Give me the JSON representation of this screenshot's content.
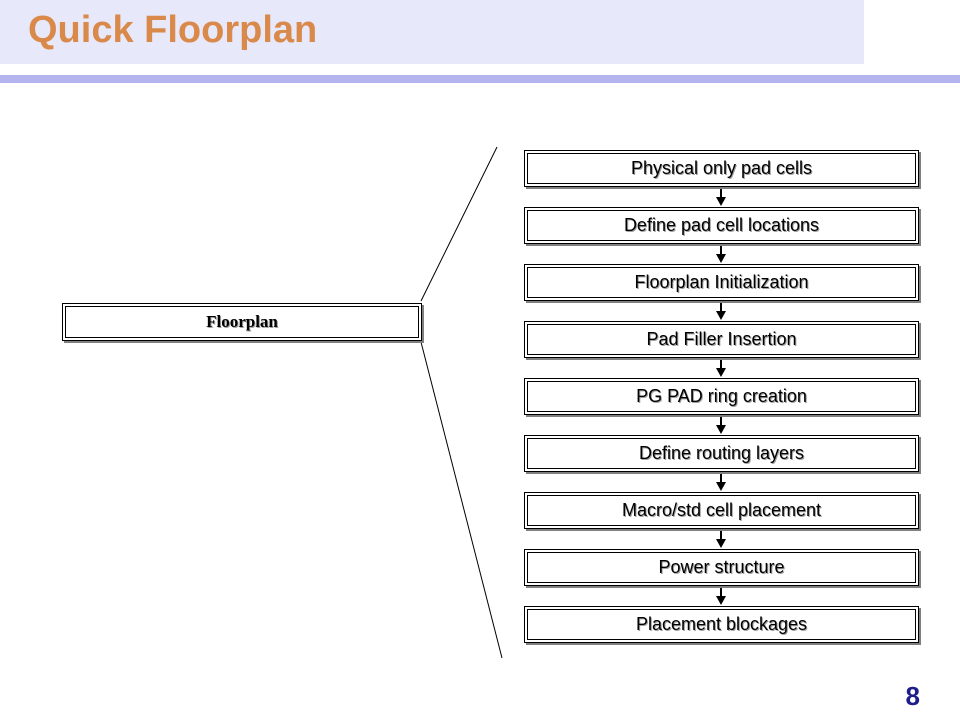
{
  "slide": {
    "title": "Quick Floorplan",
    "page_number": "8"
  },
  "diagram": {
    "root": "Floorplan",
    "steps": [
      "Physical only pad cells",
      "Define pad cell locations",
      "Floorplan Initialization",
      "Pad Filler Insertion",
      "PG PAD ring creation",
      "Define routing layers",
      "Macro/std cell placement",
      "Power structure",
      "Placement blockages"
    ]
  },
  "colors": {
    "title_text": "#d9894a",
    "title_band": "#e8e8fb",
    "title_rule": "#b4b4ee",
    "page_number": "#1d1d8c"
  }
}
